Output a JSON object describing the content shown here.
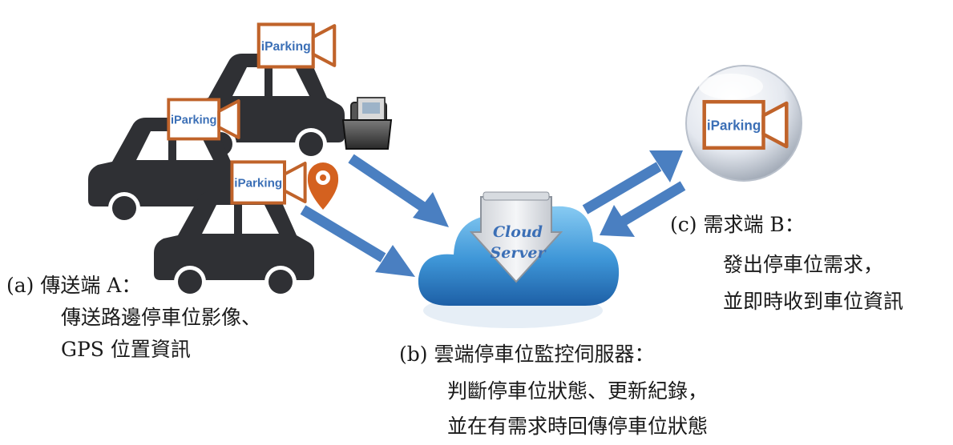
{
  "brand": {
    "badge_text": "iParking"
  },
  "cloud": {
    "line1": "Cloud",
    "line2": "Server"
  },
  "sender": {
    "title": "(a) 傳送端 A：",
    "line1": "傳送路邊停車位影像、",
    "line2": "GPS 位置資訊"
  },
  "server": {
    "title": "(b) 雲端停車位監控伺服器：",
    "line1": "判斷停車位狀態、更新紀錄，",
    "line2": "並在有需求時回傳停車位狀態"
  },
  "requester": {
    "title": "(c) 需求端 B：",
    "line1": "發出停車位需求，",
    "line2": "並即時收到車位資訊"
  },
  "icons": {
    "car": "car-icon",
    "camera_badge": "video-camera-icon",
    "photo": "photo-album-icon",
    "location": "location-pin-icon",
    "cloud": "cloud-server-icon",
    "orb": "iparking-orb-icon"
  },
  "colors": {
    "car": "#2f3034",
    "badge": "#c0632a",
    "badge_text": "#3b6fb6",
    "arrow": "#4a7fc1",
    "pin": "#d4611f",
    "cloud": "#3f97d8"
  }
}
